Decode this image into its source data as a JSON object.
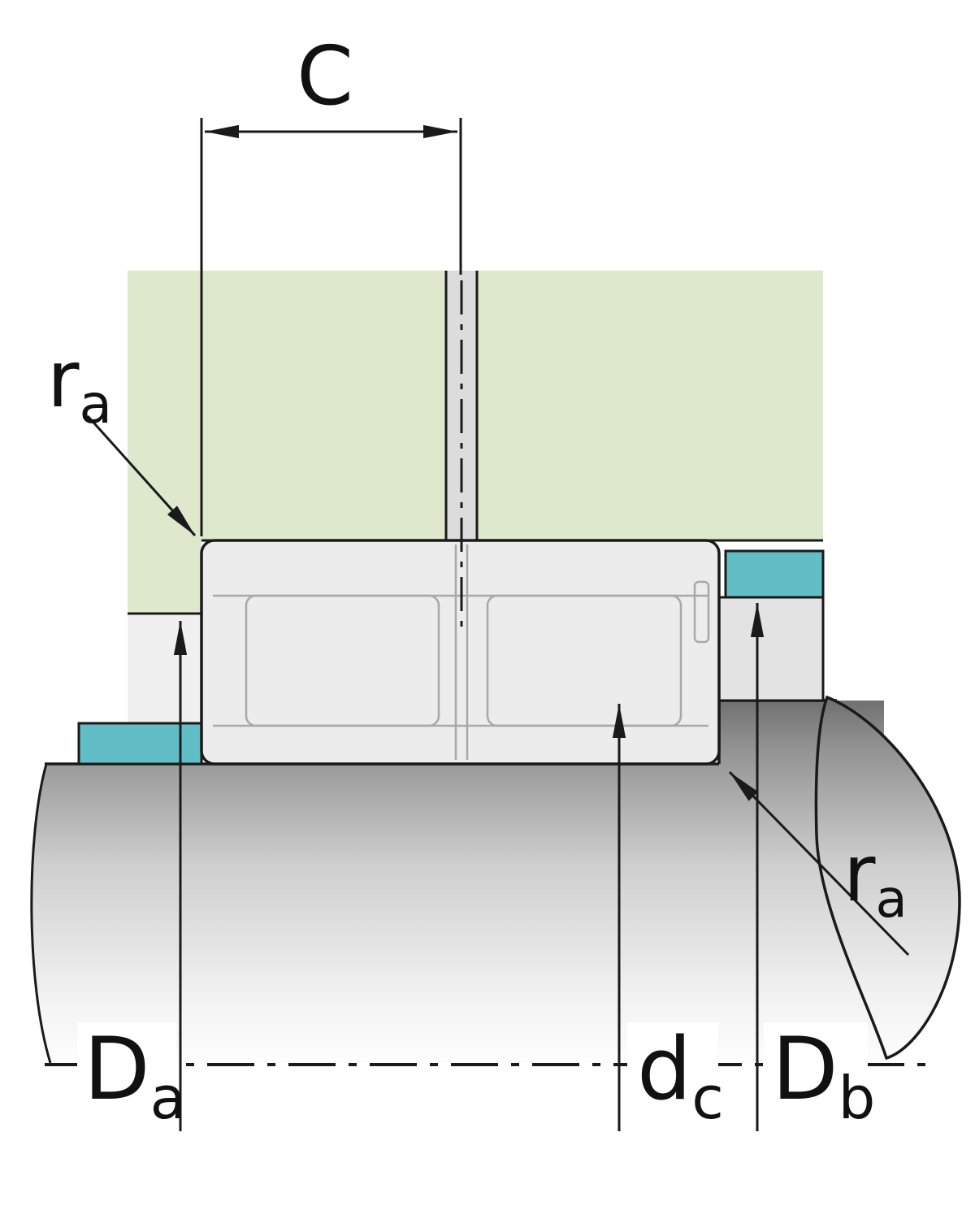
{
  "labels": {
    "c": {
      "main": "C"
    },
    "ra_top": {
      "main": "r",
      "sub": "a"
    },
    "ra_bottom": {
      "main": "r",
      "sub": "a"
    },
    "Da": {
      "main": "D",
      "sub": "a"
    },
    "dc": {
      "main": "d",
      "sub": "c"
    },
    "Db": {
      "main": "D",
      "sub": "b"
    }
  },
  "colors": {
    "housing_green": "#dde8cd",
    "ring_teal": "#62bec6",
    "bearing_gray": "#ececec",
    "hole_gray": "#dcdcdc",
    "shoulder_gray": "#e3e3e3",
    "outline": "#1a1a1a"
  }
}
